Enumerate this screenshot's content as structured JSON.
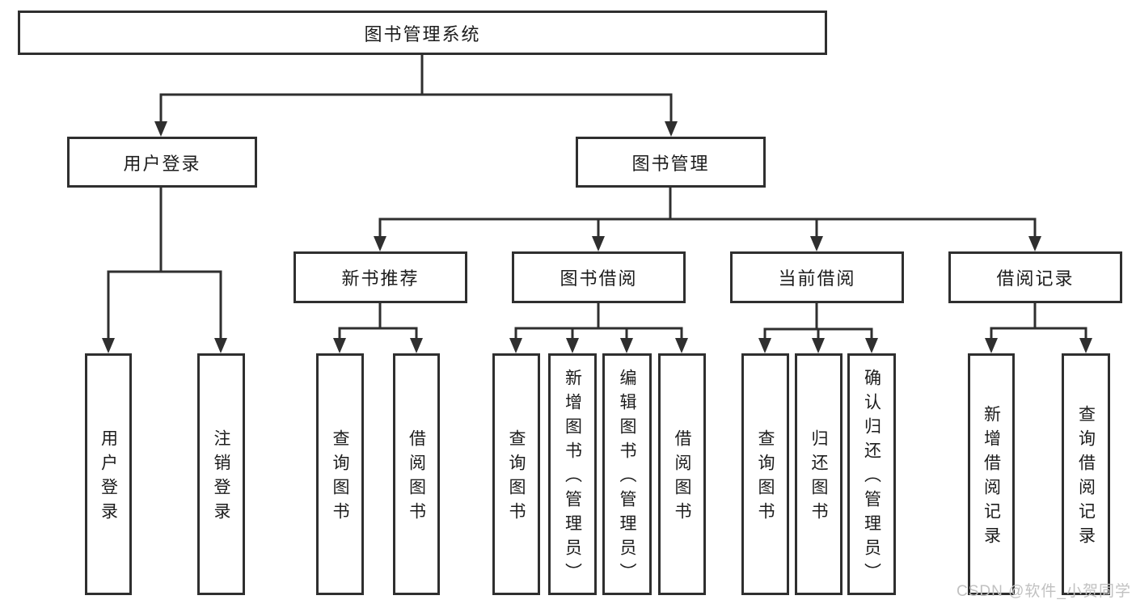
{
  "tree": {
    "root": "图书管理系统",
    "branches": [
      {
        "label": "用户登录",
        "children": [
          "用户登录",
          "注销登录"
        ]
      },
      {
        "label": "图书管理",
        "children": [
          {
            "label": "新书推荐",
            "children": [
              "查询图书",
              "借阅图书"
            ]
          },
          {
            "label": "图书借阅",
            "children": [
              "查询图书",
              "新增图书（管理员）",
              "编辑图书（管理员）",
              "借阅图书"
            ]
          },
          {
            "label": "当前借阅",
            "children": [
              "查询图书",
              "归还图书",
              "确认归还（管理员）"
            ]
          },
          {
            "label": "借阅记录",
            "children": [
              "新增借阅记录",
              "查询借阅记录"
            ]
          }
        ]
      }
    ]
  },
  "watermark": "CSDN @软件_小贺同学",
  "colors": {
    "line": "#2f2f2f",
    "box_border": "#2f2f2f",
    "text": "#1c1c1c",
    "watermark": "#c1c1c1",
    "background": "#ffffff"
  }
}
